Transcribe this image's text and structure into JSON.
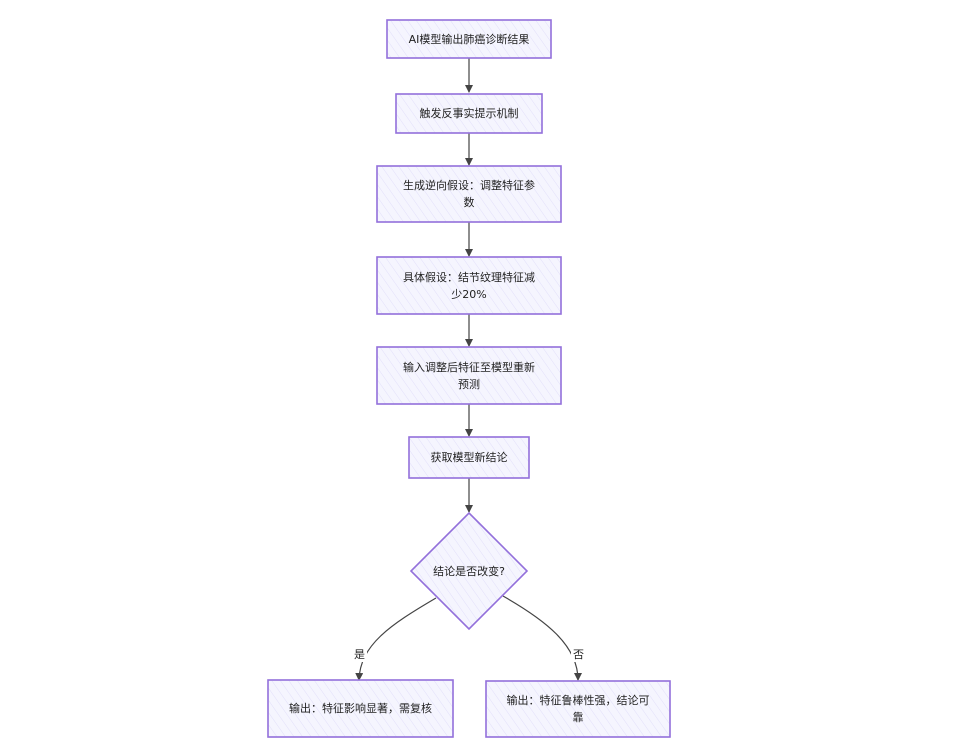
{
  "nodes": {
    "start": "AI模型输出肺癌诊断结果",
    "trigger": "触发反事实提示机制",
    "generate": "生成逆向假设：调整特征参数",
    "hypothesis": "具体假设：结节纹理特征减少20%",
    "reinput": "输入调整后特征至模型重新预测",
    "obtain": "获取模型新结论",
    "decision": "结论是否改变?",
    "yes_out": "输出：特征影响显著，需复核",
    "no_out": "输出：特征鲁棒性强，结论可靠"
  },
  "edges": {
    "yes": "是",
    "no": "否"
  },
  "colors": {
    "node_fill": "#ececfe",
    "node_stroke": "#9370DB",
    "edge": "#444444"
  }
}
